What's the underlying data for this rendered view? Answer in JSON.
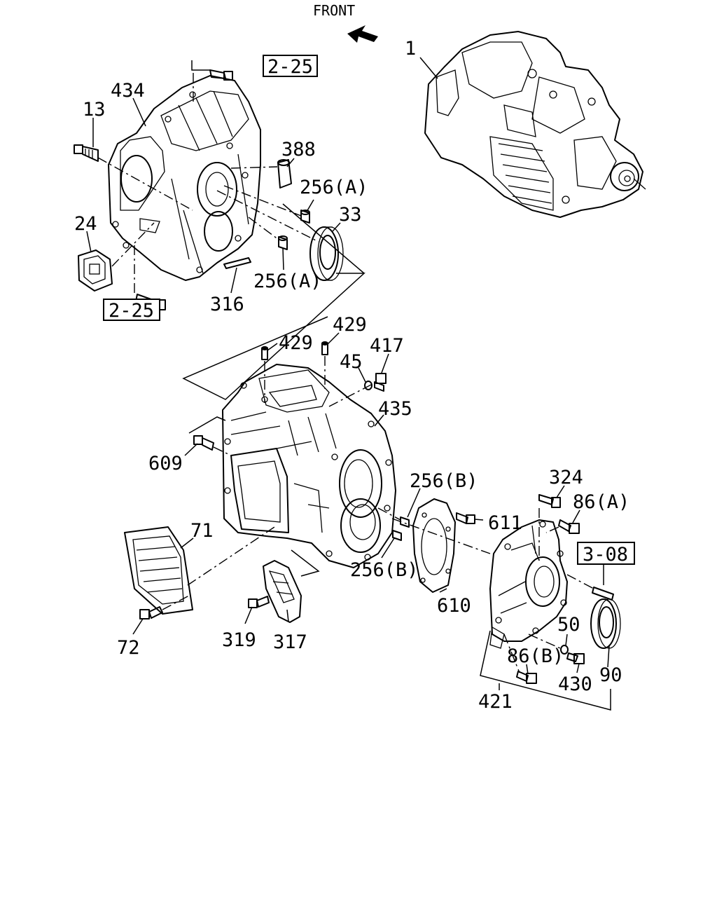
{
  "header": {
    "direction_label": "FRONT"
  },
  "refs": {
    "bellhousing_top": "2-25",
    "bellhousing_bottom": "2-25",
    "rear_cover": "3-08"
  },
  "labels": {
    "p1": "1",
    "p434": "434",
    "p13": "13",
    "p388": "388",
    "p256a_top": "256(A)",
    "p33": "33",
    "p24": "24",
    "p256a_bottom": "256(A)",
    "p316": "316",
    "p429_right": "429",
    "p429_left": "429",
    "p45": "45",
    "p417": "417",
    "p435": "435",
    "p609": "609",
    "p256b_top": "256(B)",
    "p611": "611",
    "p324": "324",
    "p86a": "86(A)",
    "p71": "71",
    "p256b_bottom": "256(B)",
    "p610": "610",
    "p50": "50",
    "p72": "72",
    "p319": "319",
    "p317": "317",
    "p86b": "86(B)",
    "p430": "430",
    "p90": "90",
    "p421": "421"
  }
}
